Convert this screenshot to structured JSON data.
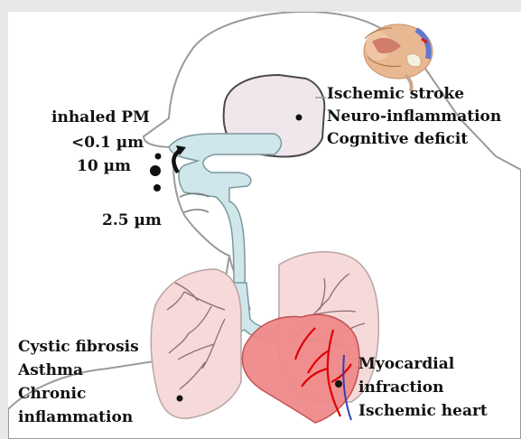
{
  "inhalation": {
    "title": "inhaled PM",
    "sizes": [
      "<0.1 µm",
      "10 µm",
      "2.5 µm"
    ]
  },
  "brain_effects": [
    "Ischemic stroke",
    "Neuro-inflammation",
    "Cognitive deficit"
  ],
  "lung_effects": [
    "Cystic fibrosis",
    "Asthma",
    "Chronic",
    "inflammation"
  ],
  "heart_effects": [
    "Myocardial",
    "infraction",
    "Ischemic heart"
  ],
  "colors": {
    "airway": "#cfe6ea",
    "lung": "#f6d9d9",
    "heart": "#f08a8a",
    "brain_region": "#f0e7ec",
    "bronchi": "#8a6f6f",
    "vessel": "#e00000"
  }
}
